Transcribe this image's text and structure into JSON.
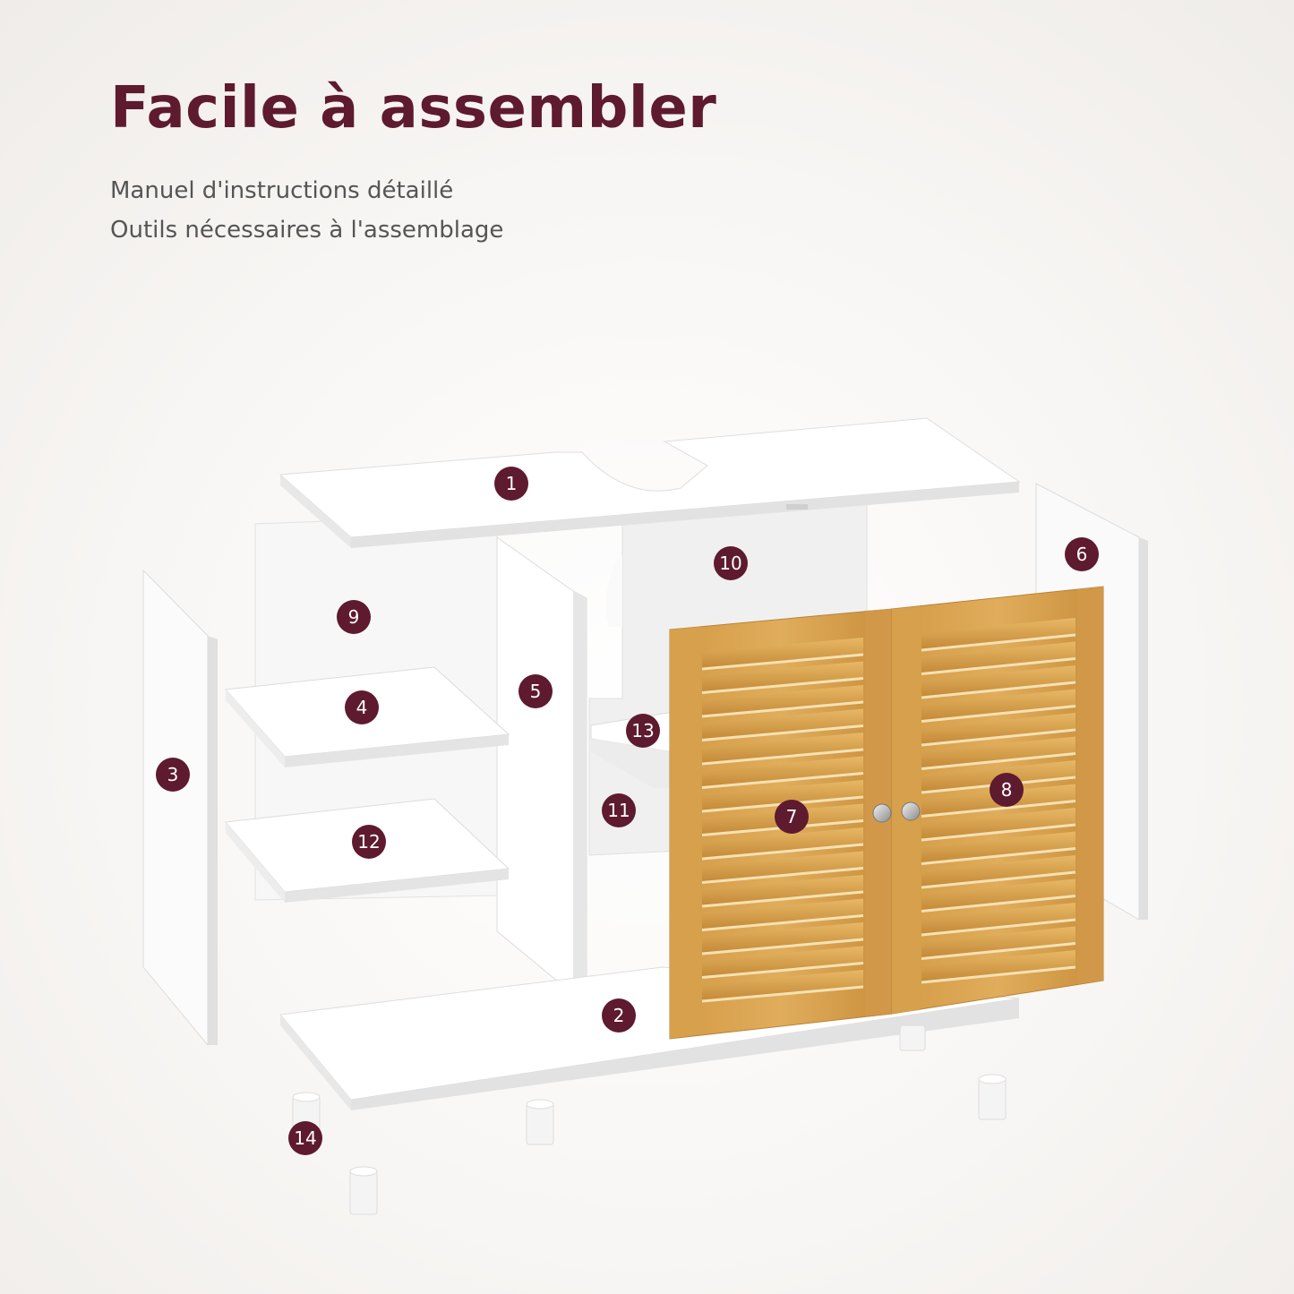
{
  "heading": {
    "title": "Facile à assembler",
    "lines": [
      "Manuel d'instructions détaillé",
      "Outils nécessaires à l'assemblage"
    ]
  },
  "colors": {
    "title": "#5e1a2e",
    "text": "#555555",
    "badge": "#5e1a2e",
    "bamboo": "#d9a350",
    "panel": "#ffffff"
  },
  "parts": [
    "1",
    "2",
    "3",
    "4",
    "5",
    "6",
    "7",
    "8",
    "9",
    "10",
    "11",
    "12",
    "13",
    "14"
  ]
}
